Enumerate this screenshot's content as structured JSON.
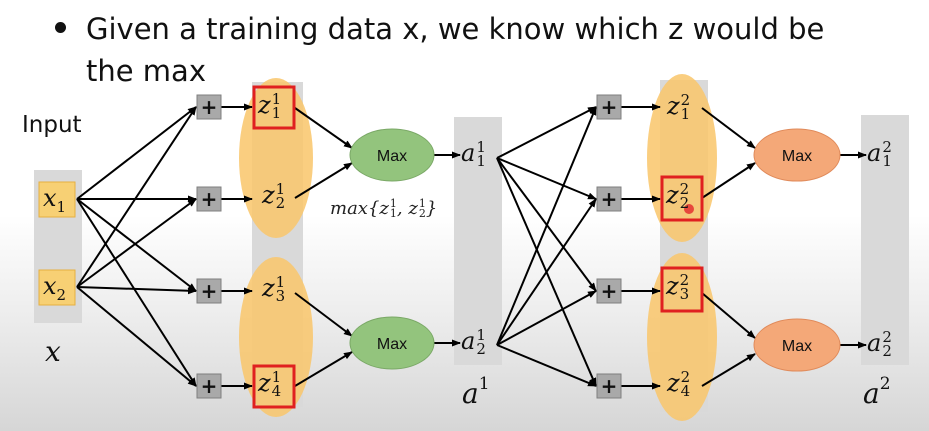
{
  "bullet": {
    "line1": "Given a training data x, we know which z would be",
    "line2": "the max"
  },
  "input_label": "Input",
  "input_vector_label": "x",
  "inputs": [
    {
      "base": "x",
      "sub": "1"
    },
    {
      "base": "x",
      "sub": "2"
    }
  ],
  "layer1": {
    "z": [
      {
        "base": "z",
        "sup": "1",
        "sub": "1",
        "highlighted": true
      },
      {
        "base": "z",
        "sup": "1",
        "sub": "2",
        "highlighted": false
      },
      {
        "base": "z",
        "sup": "1",
        "sub": "3",
        "highlighted": false
      },
      {
        "base": "z",
        "sup": "1",
        "sub": "4",
        "highlighted": true
      }
    ],
    "max_label": "Max",
    "outputs": [
      {
        "base": "a",
        "sup": "1",
        "sub": "1"
      },
      {
        "base": "a",
        "sup": "1",
        "sub": "2"
      }
    ],
    "vector_label": {
      "base": "a",
      "sup": "1"
    },
    "formula": "max{z11, z21}"
  },
  "layer2": {
    "z": [
      {
        "base": "z",
        "sup": "2",
        "sub": "1",
        "highlighted": false
      },
      {
        "base": "z",
        "sup": "2",
        "sub": "2",
        "highlighted": true
      },
      {
        "base": "z",
        "sup": "2",
        "sub": "3",
        "highlighted": true
      },
      {
        "base": "z",
        "sup": "2",
        "sub": "4",
        "highlighted": false
      }
    ],
    "max_label": "Max",
    "outputs": [
      {
        "base": "a",
        "sup": "2",
        "sub": "1"
      },
      {
        "base": "a",
        "sup": "2",
        "sub": "2"
      }
    ],
    "vector_label": {
      "base": "a",
      "sup": "2"
    }
  },
  "adder_symbol": "+",
  "colors": {
    "input_box": "#f7d074",
    "gray_column": "#d9d9d9",
    "adder_box": "#a9a9a9",
    "ellipse": "#f9c66a",
    "max_green": "#93c47d",
    "max_orange": "#f4a878",
    "highlight": "#e02020",
    "arrow": "#000000"
  }
}
